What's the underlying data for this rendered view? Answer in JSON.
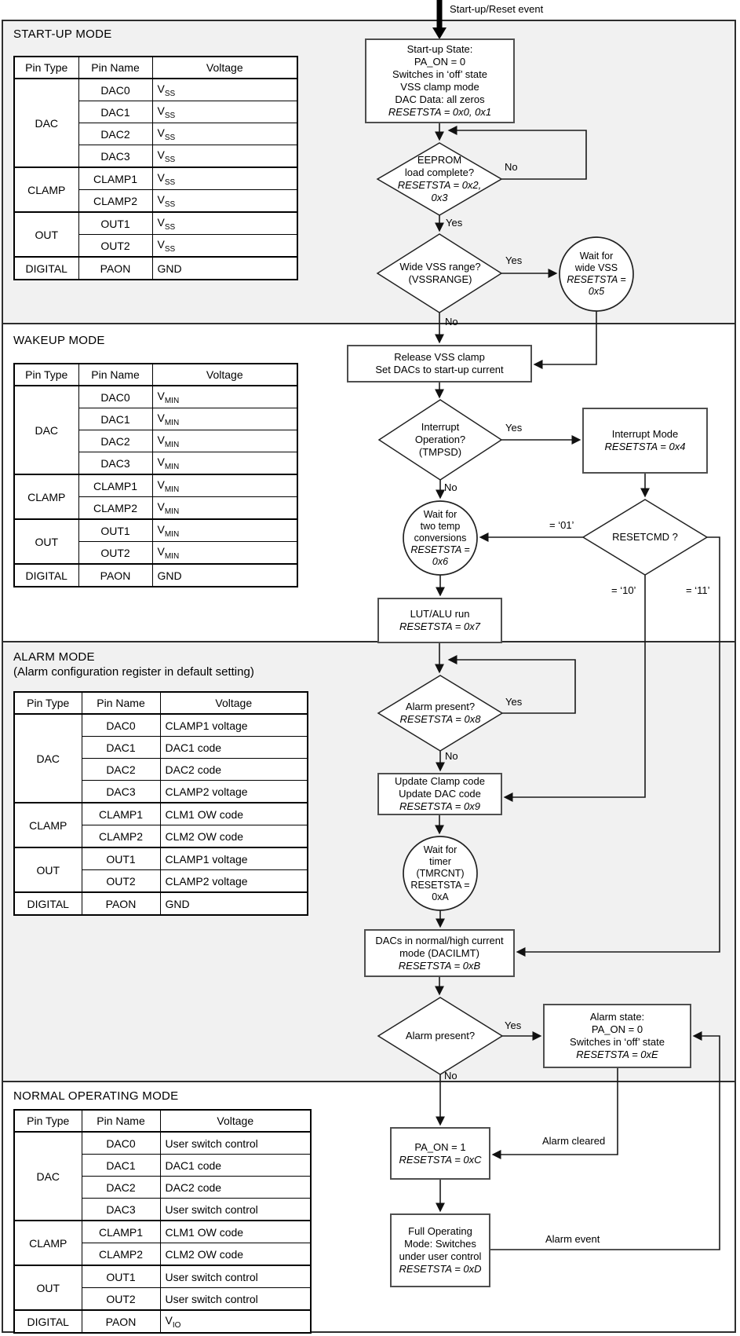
{
  "page": {
    "start_label": "Start-up/Reset event"
  },
  "sections": [
    {
      "title": "START-UP MODE",
      "table": {
        "headers": [
          "Pin Type",
          "Pin Name",
          "Voltage"
        ],
        "groups": [
          {
            "type": "DAC",
            "rows": [
              [
                "DAC0",
                "V_SS"
              ],
              [
                "DAC1",
                "V_SS"
              ],
              [
                "DAC2",
                "V_SS"
              ],
              [
                "DAC3",
                "V_SS"
              ]
            ]
          },
          {
            "type": "CLAMP",
            "rows": [
              [
                "CLAMP1",
                "V_SS"
              ],
              [
                "CLAMP2",
                "V_SS"
              ]
            ]
          },
          {
            "type": "OUT",
            "rows": [
              [
                "OUT1",
                "V_SS"
              ],
              [
                "OUT2",
                "V_SS"
              ]
            ]
          },
          {
            "type": "DIGITAL",
            "rows": [
              [
                "PAON",
                "GND"
              ]
            ]
          }
        ]
      }
    },
    {
      "title": "WAKEUP MODE",
      "table": {
        "headers": [
          "Pin Type",
          "Pin Name",
          "Voltage"
        ],
        "groups": [
          {
            "type": "DAC",
            "rows": [
              [
                "DAC0",
                "V_MIN"
              ],
              [
                "DAC1",
                "V_MIN"
              ],
              [
                "DAC2",
                "V_MIN"
              ],
              [
                "DAC3",
                "V_MIN"
              ]
            ]
          },
          {
            "type": "CLAMP",
            "rows": [
              [
                "CLAMP1",
                "V_MIN"
              ],
              [
                "CLAMP2",
                "V_MIN"
              ]
            ]
          },
          {
            "type": "OUT",
            "rows": [
              [
                "OUT1",
                "V_MIN"
              ],
              [
                "OUT2",
                "V_MIN"
              ]
            ]
          },
          {
            "type": "DIGITAL",
            "rows": [
              [
                "PAON",
                "GND"
              ]
            ]
          }
        ]
      }
    },
    {
      "title": "ALARM MODE",
      "subtitle": "(Alarm configuration register in default setting)",
      "table": {
        "headers": [
          "Pin Type",
          "Pin Name",
          "Voltage"
        ],
        "groups": [
          {
            "type": "DAC",
            "rows": [
              [
                "DAC0",
                "CLAMP1 voltage"
              ],
              [
                "DAC1",
                "DAC1 code"
              ],
              [
                "DAC2",
                "DAC2 code"
              ],
              [
                "DAC3",
                "CLAMP2 voltage"
              ]
            ]
          },
          {
            "type": "CLAMP",
            "rows": [
              [
                "CLAMP1",
                "CLM1 OW code"
              ],
              [
                "CLAMP2",
                "CLM2 OW code"
              ]
            ]
          },
          {
            "type": "OUT",
            "rows": [
              [
                "OUT1",
                "CLAMP1 voltage"
              ],
              [
                "OUT2",
                "CLAMP2 voltage"
              ]
            ]
          },
          {
            "type": "DIGITAL",
            "rows": [
              [
                "PAON",
                "GND"
              ]
            ]
          }
        ]
      }
    },
    {
      "title": "NORMAL OPERATING MODE",
      "table": {
        "headers": [
          "Pin Type",
          "Pin Name",
          "Voltage"
        ],
        "groups": [
          {
            "type": "DAC",
            "rows": [
              [
                "DAC0",
                "User switch control"
              ],
              [
                "DAC1",
                "DAC1 code"
              ],
              [
                "DAC2",
                "DAC2 code"
              ],
              [
                "DAC3",
                "User switch control"
              ]
            ]
          },
          {
            "type": "CLAMP",
            "rows": [
              [
                "CLAMP1",
                "CLM1 OW code"
              ],
              [
                "CLAMP2",
                "CLM2 OW code"
              ]
            ]
          },
          {
            "type": "OUT",
            "rows": [
              [
                "OUT1",
                "User switch control"
              ],
              [
                "OUT2",
                "User switch control"
              ]
            ]
          },
          {
            "type": "DIGITAL",
            "rows": [
              [
                "PAON",
                "V_IO"
              ]
            ]
          }
        ]
      }
    }
  ],
  "nodes": {
    "startup": {
      "lines": [
        {
          "t": "Start-up State:",
          "i": false
        },
        {
          "t": "PA_ON = 0",
          "i": false
        },
        {
          "t": "Switches in ‘off’ state",
          "i": false
        },
        {
          "t": "VSS clamp mode",
          "i": false
        },
        {
          "t": "DAC Data: all zeros",
          "i": false
        },
        {
          "t": "RESETSTA = 0x0, 0x1",
          "i": true
        }
      ]
    },
    "eeprom": {
      "lines": [
        {
          "t": "EEPROM",
          "i": false
        },
        {
          "t": "load complete?",
          "i": false
        },
        {
          "t": "RESETSTA = 0x2,",
          "i": true
        },
        {
          "t": "0x3",
          "i": true
        }
      ]
    },
    "widevss": {
      "lines": [
        {
          "t": "Wide VSS range?",
          "i": false
        },
        {
          "t": "(VSSRANGE)",
          "i": false
        }
      ]
    },
    "widewait": {
      "lines": [
        {
          "t": "Wait for",
          "i": false
        },
        {
          "t": "wide VSS",
          "i": false
        },
        {
          "t": "RESETSTA =",
          "i": true
        },
        {
          "t": "0x5",
          "i": true
        }
      ]
    },
    "release": {
      "lines": [
        {
          "t": "Release VSS clamp",
          "i": false
        },
        {
          "t": "Set DACs to start-up current",
          "i": false
        }
      ]
    },
    "interrupt": {
      "lines": [
        {
          "t": "Interrupt",
          "i": false
        },
        {
          "t": "Operation?",
          "i": false
        },
        {
          "t": "(TMPSD)",
          "i": false
        }
      ]
    },
    "intmode": {
      "lines": [
        {
          "t": "Interrupt Mode",
          "i": false
        },
        {
          "t": "RESETSTA = 0x4",
          "i": true
        }
      ]
    },
    "twotemp": {
      "lines": [
        {
          "t": "Wait for",
          "i": false
        },
        {
          "t": "two temp",
          "i": false
        },
        {
          "t": "conversions",
          "i": false
        },
        {
          "t": "RESETSTA =",
          "i": true
        },
        {
          "t": "0x6",
          "i": true
        }
      ]
    },
    "resetcmd": {
      "lines": [
        {
          "t": "RESETCMD ?",
          "i": false
        }
      ]
    },
    "lutalu": {
      "lines": [
        {
          "t": "LUT/ALU run",
          "i": false
        },
        {
          "t": "RESETSTA = 0x7",
          "i": true
        }
      ]
    },
    "alarm1": {
      "lines": [
        {
          "t": "Alarm present?",
          "i": false
        },
        {
          "t": "RESETSTA = 0x8",
          "i": true
        }
      ]
    },
    "update": {
      "lines": [
        {
          "t": "Update Clamp code",
          "i": false
        },
        {
          "t": "Update DAC code",
          "i": false
        },
        {
          "t": "RESETSTA = 0x9",
          "i": true
        }
      ]
    },
    "timer": {
      "lines": [
        {
          "t": "Wait for",
          "i": false
        },
        {
          "t": "timer",
          "i": false
        },
        {
          "t": "(TMRCNT)",
          "i": false
        },
        {
          "t": "RESETSTA =",
          "i": false
        },
        {
          "t": "0xA",
          "i": false
        }
      ]
    },
    "dacs": {
      "lines": [
        {
          "t": "DACs in normal/high current",
          "i": false
        },
        {
          "t": "mode (DACILMT)",
          "i": false
        },
        {
          "t": "RESETSTA = 0xB",
          "i": true
        }
      ]
    },
    "alarm2": {
      "lines": [
        {
          "t": "Alarm present?",
          "i": false
        }
      ]
    },
    "alarmstate": {
      "lines": [
        {
          "t": "Alarm state:",
          "i": false
        },
        {
          "t": "PA_ON = 0",
          "i": false
        },
        {
          "t": "Switches in ‘off’ state",
          "i": false
        },
        {
          "t": "RESETSTA = 0xE",
          "i": true
        }
      ]
    },
    "paon": {
      "lines": [
        {
          "t": "PA_ON = 1",
          "i": false
        },
        {
          "t": "RESETSTA = 0xC",
          "i": true
        }
      ]
    },
    "fullop": {
      "lines": [
        {
          "t": "Full Operating",
          "i": false
        },
        {
          "t": "Mode: Switches",
          "i": false
        },
        {
          "t": "under user control",
          "i": false
        },
        {
          "t": "RESETSTA = 0xD",
          "i": true
        }
      ]
    }
  },
  "labels": {
    "eeprom_no": "No",
    "eeprom_yes": "Yes",
    "widevss_yes": "Yes",
    "widevss_no": "No",
    "interrupt_yes": "Yes",
    "interrupt_no": "No",
    "cmd01": "= ‘01’",
    "cmd10": "= ‘10’",
    "cmd11": "= ‘11’",
    "alarm1_yes": "Yes",
    "alarm1_no": "No",
    "alarm2_yes": "Yes",
    "alarm2_no": "No",
    "alarm_cleared": "Alarm cleared",
    "alarm_event": "Alarm event"
  }
}
